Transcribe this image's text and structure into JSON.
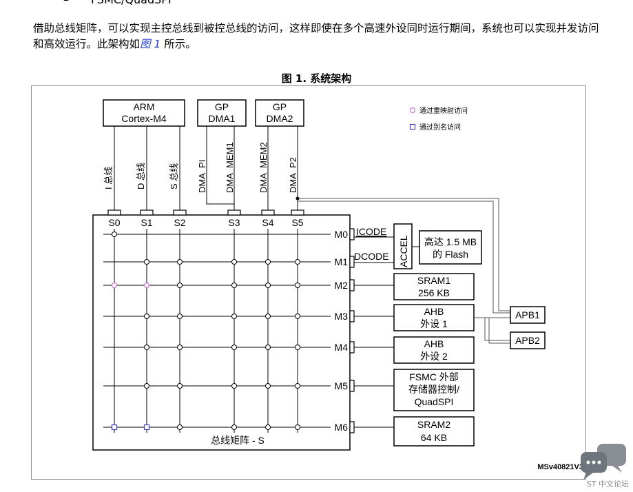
{
  "heading": {
    "bullet": "–",
    "text": "FSMC/QuadSPI"
  },
  "paragraph": {
    "text_before": "借助总线矩阵，可以实现主控总线到被控总线的访问，这样即使在多个高速外设同时运行期间，系统也可以实现并发访问和高效运行。此架构如",
    "link": "图 1",
    "text_after": " 所示。"
  },
  "figure": {
    "title": "图 1. 系统架构",
    "masters": {
      "arm": [
        "ARM",
        "Cortex-M4"
      ],
      "dma1": [
        "GP",
        "DMA1"
      ],
      "dma2": [
        "GP",
        "DMA2"
      ]
    },
    "bus_labels": [
      "I 总线",
      "D 总线",
      "S 总线",
      "DMA_PI",
      "DMA_MEM1",
      "DMA_MEM2",
      "DMA_P2"
    ],
    "slave_ports": [
      "S0",
      "S1",
      "S2",
      "S3",
      "S4",
      "S5"
    ],
    "master_ports": [
      "M0",
      "M1",
      "M2",
      "M3",
      "M4",
      "M5",
      "M6"
    ],
    "matrix_label": "总线矩阵 - S",
    "icode": "ICODE",
    "dcode": "DCODE",
    "accel": "ACCEL",
    "flash": [
      "高达 1.5 MB",
      "的 Flash"
    ],
    "sram1": [
      "SRAM1",
      "256 KB"
    ],
    "ahb1": [
      "AHB",
      "外设 1"
    ],
    "ahb2": [
      "AHB",
      "外设 2"
    ],
    "fsmc": [
      "FSMC 外部",
      "存储器控制/",
      "QuadSPI"
    ],
    "sram2": [
      "SRAM2",
      "64 KB"
    ],
    "apb1": "APB1",
    "apb2": "APB2",
    "legend": {
      "remap": "通过重映射访问",
      "alias": "通过别名访问"
    },
    "code": "MSv40821V3",
    "colors": {
      "remap": "#d070d0",
      "alias": "#4040c0",
      "link": "#1f3fcf"
    }
  },
  "watermark": {
    "text": "ST 中文论坛"
  }
}
